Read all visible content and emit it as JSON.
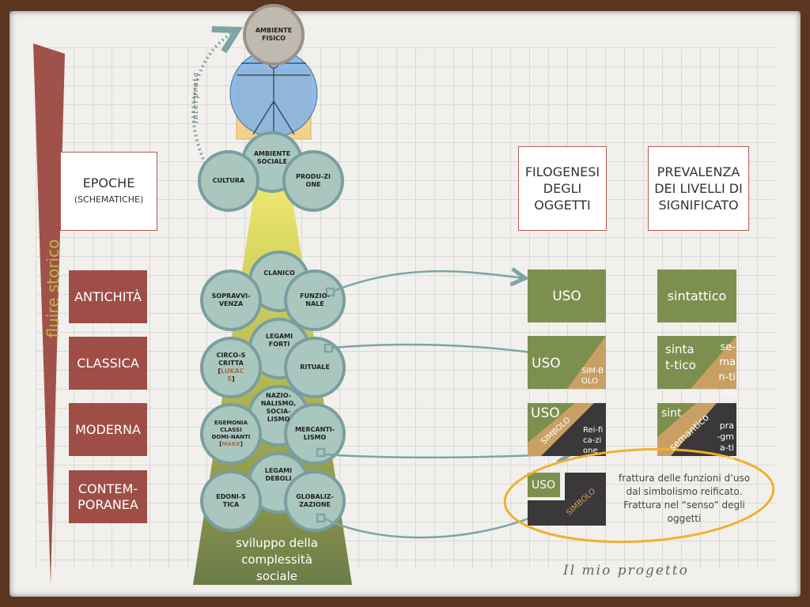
{
  "timeline_label": "fluire storico",
  "headers": {
    "epoche_title": "EPOCHE",
    "epoche_subtitle": "(SCHEMATICHE)",
    "filogenesi": "FILOGENESI DEGLI OGGETTI",
    "prevalenza": "PREVALENZA DEI LIVELLI DI SIGNIFICATO"
  },
  "epochs": [
    "ANTICHITÀ",
    "CLASSICA",
    "MODERNA",
    "CONTEM-PORANEA"
  ],
  "top": {
    "ambiente_fisico": "AMBIENTE FISICO",
    "interpreta": "interpreta",
    "ambiente_sociale": "AMBIENTE SOCIALE",
    "cultura": "CULTURA",
    "produzione": "PRODU-ZIONE"
  },
  "circles": {
    "antichita": {
      "center": "CLANICO",
      "left": "SOPRAVVI-VENZA",
      "right": "FUNZIO-NALE"
    },
    "classica": {
      "center": "LEGAMI FORTI",
      "left": "CIRCO-SCRITTA",
      "left_ref": "LUKACS",
      "right": "RITUALE"
    },
    "moderna": {
      "center": "NAZIO-NALISMO, SOCIA-LISMO",
      "left": "EGEMONIA CLASSI DOMI-NANTI",
      "left_ref": "MARX",
      "right": "MERCANTI-LISMO"
    },
    "contemporanea": {
      "center": "LEGAMI DEBOLI",
      "left": "EDONI-STICA",
      "right": "GLOBALIZ-ZAZIONE"
    }
  },
  "cone_caption": "sviluppo della complessità sociale",
  "filogenesi": {
    "antichita": {
      "a": "USO"
    },
    "classica": {
      "a": "USO",
      "b": "SIM-BOLO"
    },
    "moderna": {
      "a": "USO",
      "b": "SIMBOLO",
      "c": "Rei-fica-zione"
    },
    "contemporanea": {
      "a": "USO",
      "b": "SIMBOLO"
    }
  },
  "prevalenza": {
    "antichita": {
      "a": "sintattico"
    },
    "classica": {
      "a": "sintat-tico",
      "b": "se-man-tico"
    },
    "moderna": {
      "a": "sint",
      "b": "semantico",
      "c": "pra-gma-ti-co"
    }
  },
  "note": "frattura delle funzioni d’uso dal simbolismo reificato. Frattura nel “senso” degli oggetti",
  "signature": "Il mio progetto",
  "colors": {
    "epoch": "#9e4e47",
    "circle": "#a9c7bf",
    "olive": "#7d8f4f",
    "tan": "#c9a064",
    "dark": "#3a3838",
    "ellipse": "#f0b030",
    "arrow": "#7fa3a6"
  }
}
